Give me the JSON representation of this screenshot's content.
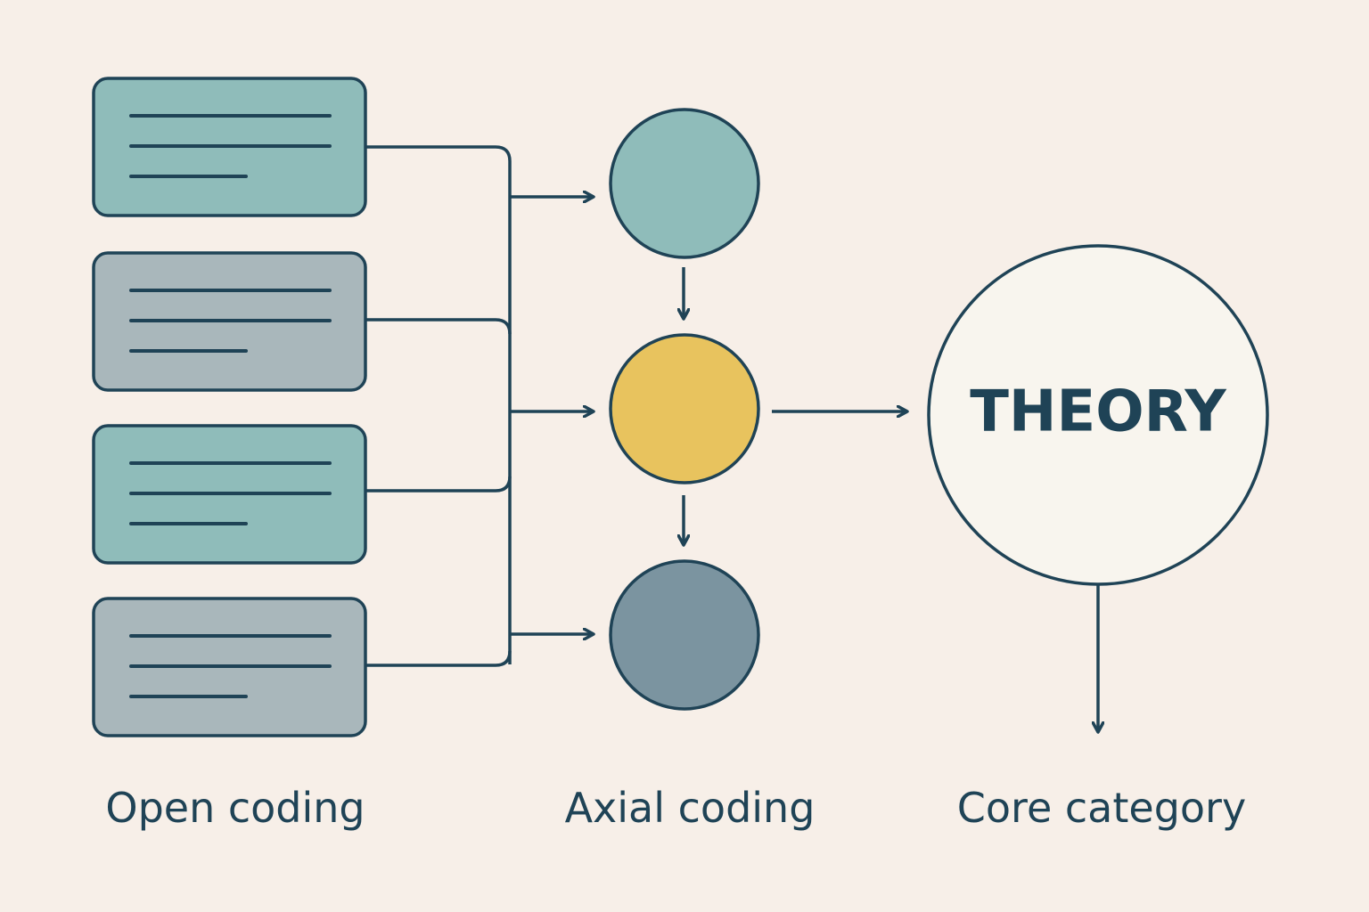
{
  "labels": {
    "open_coding": "Open coding",
    "axial_coding": "Axial coding",
    "core_category": "Core category",
    "theory": "THEORY"
  },
  "open_codes": [
    {
      "color": "teal"
    },
    {
      "color": "gray"
    },
    {
      "color": "teal"
    },
    {
      "color": "gray"
    }
  ],
  "axial_categories": [
    {
      "color": "teal"
    },
    {
      "color": "yellow"
    },
    {
      "color": "slate"
    }
  ],
  "colors": {
    "background": "#f7efe8",
    "stroke": "#1f4356",
    "teal": "#8fbcba",
    "gray": "#a9b7bb",
    "yellow": "#e8c35e",
    "slate": "#7b94a0",
    "theory_fill": "#f8f5ee"
  }
}
